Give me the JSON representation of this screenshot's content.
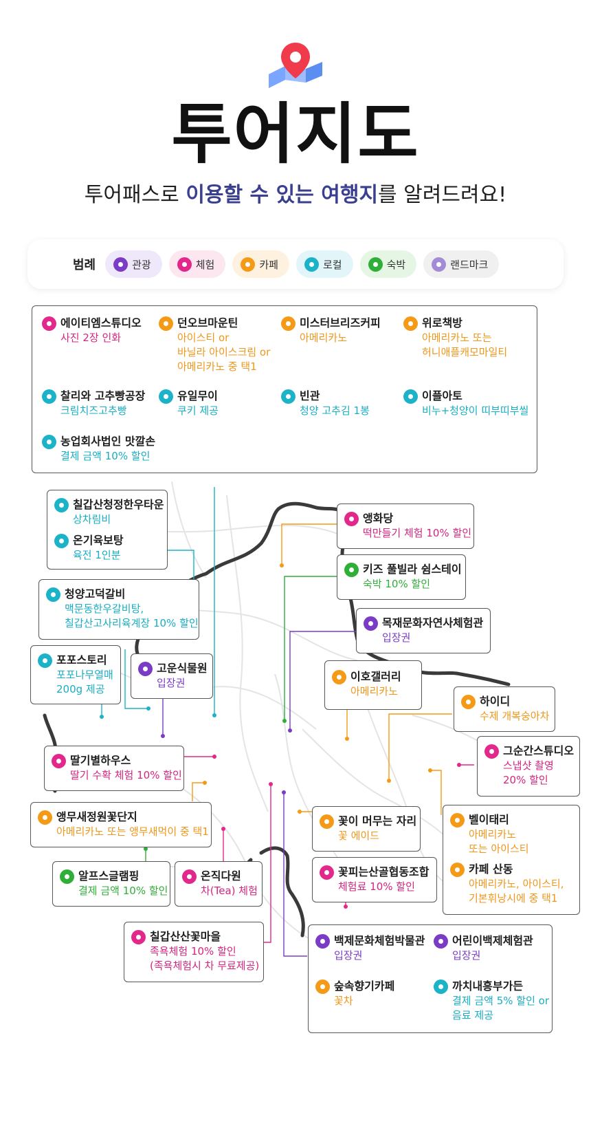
{
  "header": {
    "title": "투어지도",
    "subtitle_pre": "투어패스로 ",
    "subtitle_highlight1": "이용할 수 있는 여행지",
    "subtitle_post": "를 알려드려요!"
  },
  "legend": {
    "title": "범례",
    "items": [
      {
        "label": "관광",
        "icon": "map-pin-icon",
        "color": "#7a3cc5"
      },
      {
        "label": "체험",
        "icon": "map-pin-icon",
        "color": "#e2288a"
      },
      {
        "label": "카페",
        "icon": "map-pin-icon",
        "color": "#f59a17"
      },
      {
        "label": "로컬",
        "icon": "map-pin-icon",
        "color": "#1cb3c8"
      },
      {
        "label": "숙박",
        "icon": "map-pin-icon",
        "color": "#2fae38"
      },
      {
        "label": "랜드마크",
        "icon": "star-pin-icon",
        "color": "#a38bd6"
      }
    ]
  },
  "top_box": [
    {
      "name": "에이티엠스튜디오",
      "desc": [
        "사진 2장 인화"
      ]
    },
    {
      "name": "던오브마운틴",
      "desc": [
        "아이스티 or",
        "바닐라 아이스크림 or",
        "아메리카노 중 택1"
      ]
    },
    {
      "name": "미스터브리즈커피",
      "desc": [
        "아메리카노"
      ]
    },
    {
      "name": "위로책방",
      "desc": [
        "아메리카노 또는",
        "허니애플캐모마일티"
      ]
    },
    {
      "name": "찰리와 고추빵공장",
      "desc": [
        "크림치즈고추빵"
      ]
    },
    {
      "name": "유일무이",
      "desc": [
        "쿠키 제공"
      ]
    },
    {
      "name": "빈관",
      "desc": [
        "청양 고추김 1봉"
      ]
    },
    {
      "name": "이플아토",
      "desc": [
        "비누+청양이 띠부띠부씰"
      ]
    },
    {
      "name": "농업회사법인 맛깔손",
      "desc": [
        "결제 금액 10% 할인"
      ]
    }
  ],
  "places": [
    {
      "name": "칠갑산청정한우타운",
      "desc": [
        "상차림비"
      ]
    },
    {
      "name": "온기육보탕",
      "desc": [
        "육전 1인분"
      ]
    },
    {
      "name": "청양고덕갈비",
      "desc": [
        "맥문동한우갈비탕,",
        "칠갑산고사리육계장 10% 할인"
      ]
    },
    {
      "name": "포포스토리",
      "desc": [
        "포포나무열매",
        "200g 제공"
      ]
    },
    {
      "name": "고운식물원",
      "desc": [
        "입장권"
      ]
    },
    {
      "name": "딸기별하우스",
      "desc": [
        "딸기 수확 체험 10% 할인"
      ]
    },
    {
      "name": "앵무새정원꽃단지",
      "desc": [
        "아메리카노 또는 앵무새먹이 중 택1"
      ]
    },
    {
      "name": "알프스글램핑",
      "desc": [
        "결제 금액 10% 할인"
      ]
    },
    {
      "name": "온직다원",
      "desc": [
        "차(Tea) 체험"
      ]
    },
    {
      "name": "칠갑산산꽃마을",
      "desc": [
        "족욕체험 10% 할인",
        "(족욕체험시 차 무료제공)"
      ]
    },
    {
      "name": "앵화당",
      "desc": [
        "떡만들기 체험 10% 할인"
      ]
    },
    {
      "name": "키즈 풀빌라 쉼스테이",
      "desc": [
        "숙박 10% 할인"
      ]
    },
    {
      "name": "목재문화자연사체험관",
      "desc": [
        "입장권"
      ]
    },
    {
      "name": "이호갤러리",
      "desc": [
        "아메리카노"
      ]
    },
    {
      "name": "하이디",
      "desc": [
        "수제 개복숭아차"
      ]
    },
    {
      "name": "그순간스튜디오",
      "desc": [
        "스냅샷 촬영",
        "20% 할인"
      ]
    },
    {
      "name": "꽃이 머무는 자리",
      "desc": [
        "꽃 에이드"
      ]
    },
    {
      "name": "벨이태리",
      "desc": [
        "아메리카노",
        "또는 아이스티"
      ]
    },
    {
      "name": "카페 산동",
      "desc": [
        "아메리카노, 아이스티,",
        "기본휘낭시에 중 택1"
      ]
    },
    {
      "name": "꽃피는산골협동조합",
      "desc": [
        "체험료 10% 할인"
      ]
    },
    {
      "name": "백제문화체험박물관",
      "desc": [
        "입장권"
      ]
    },
    {
      "name": "어린이백제체험관",
      "desc": [
        "입장권"
      ]
    },
    {
      "name": "숲속향기카페",
      "desc": [
        "꽃차"
      ]
    },
    {
      "name": "까치내흥부가든",
      "desc": [
        "결제 금액 5% 할인 or",
        "음료 제공"
      ]
    }
  ]
}
